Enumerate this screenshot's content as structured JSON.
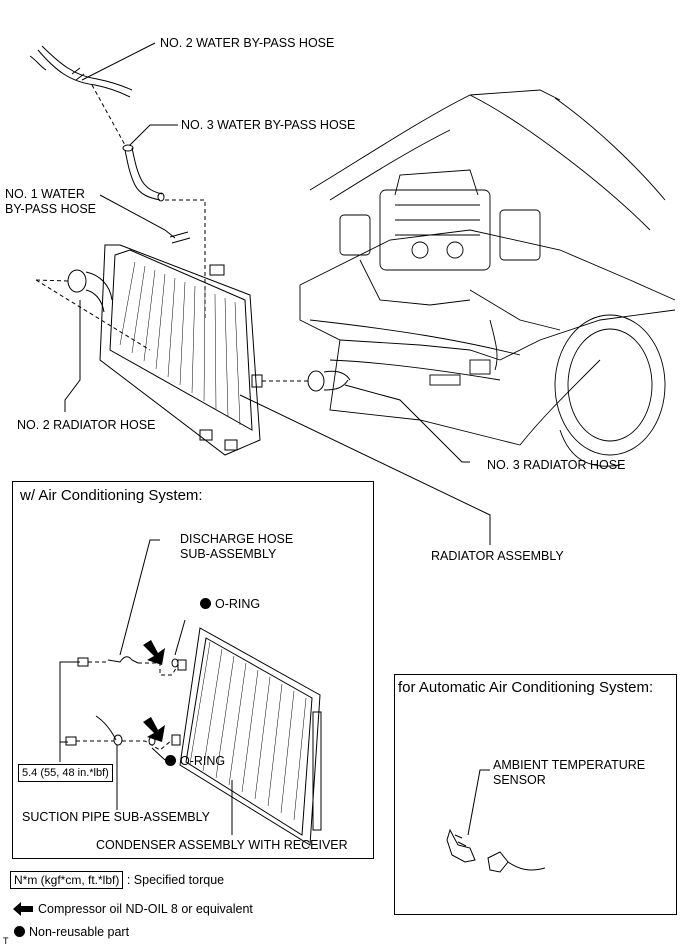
{
  "labels": {
    "no2_water_bypass_hose": "NO. 2 WATER BY-PASS HOSE",
    "no3_water_bypass_hose": "NO. 3 WATER BY-PASS HOSE",
    "no1_water_bypass_hose": "NO. 1 WATER\nBY-PASS HOSE",
    "no2_radiator_hose": "NO. 2 RADIATOR HOSE",
    "no3_radiator_hose": "NO. 3 RADIATOR HOSE",
    "radiator_assembly": "RADIATOR ASSEMBLY"
  },
  "ac_box": {
    "title": "w/ Air Conditioning System:",
    "discharge_hose": "DISCHARGE HOSE\nSUB-ASSEMBLY",
    "o_ring_top": "O-RING",
    "o_ring_bottom": "O-RING",
    "torque_value": "5.4 (55, 48 in.*lbf)",
    "suction_pipe": "SUCTION PIPE SUB-ASSEMBLY",
    "condenser": "CONDENSER ASSEMBLY WITH RECEIVER"
  },
  "auto_ac_box": {
    "title": "for Automatic Air Conditioning System:",
    "sensor": "AMBIENT TEMPERATURE\nSENSOR"
  },
  "legend": {
    "torque_key": "N*m (kgf*cm, ft.*lbf)",
    "torque_desc": ": Specified torque",
    "oil_desc": "Compressor oil ND-OIL 8 or equivalent",
    "nonreusable_desc": "Non-reusable part"
  },
  "corner_mark": "T"
}
